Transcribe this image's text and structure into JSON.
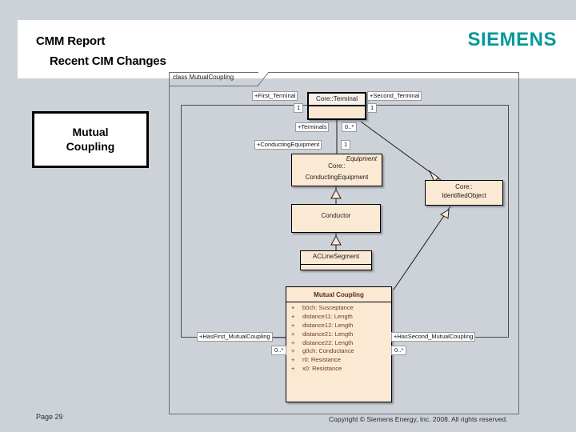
{
  "slide": {
    "background_color": "#cdd2d9",
    "header": {
      "title_line1": "CMM Report",
      "title_line2": "Recent CIM Changes",
      "logo_text": "SIEMENS",
      "logo_color": "#009999"
    },
    "callout": {
      "line1": "Mutual",
      "line2": "Coupling"
    },
    "footer": {
      "page_label": "Page 29",
      "copyright": "Copyright © Siemens Energy, Inc. 2008. All rights reserved."
    }
  },
  "diagram": {
    "frame_label": "class MutualCoupling",
    "classes": {
      "terminal": {
        "name": "Core::Terminal"
      },
      "equipment": {
        "stereotype": "Equipment",
        "name_line1": "Core::",
        "name_line2": "ConductingEquipment"
      },
      "identified_object": {
        "name_line1": "Core::",
        "name_line2": "IdentifiedObject"
      },
      "conductor": {
        "name": "Conductor"
      },
      "acline": {
        "name": "ACLineSegment"
      },
      "mutual_coupling": {
        "name": "Mutual Coupling",
        "attributes": [
          {
            "visibility": "+",
            "text": "b0ch: Susceptance"
          },
          {
            "visibility": "+",
            "text": "distance11: Length"
          },
          {
            "visibility": "+",
            "text": "distance12: Length"
          },
          {
            "visibility": "+",
            "text": "distance21: Length"
          },
          {
            "visibility": "+",
            "text": "distance22: Length"
          },
          {
            "visibility": "+",
            "text": "g0ch: Conductance"
          },
          {
            "visibility": "+",
            "text": "r0: Resistance"
          },
          {
            "visibility": "+",
            "text": "x0: Resistance"
          }
        ]
      }
    },
    "edge_labels": {
      "first_terminal": "+First_Terminal",
      "first_terminal_mult": "1",
      "second_terminal": "+Second_Terminal",
      "second_terminal_mult": "1",
      "terminals": "+Terminals",
      "terminals_mult": "0..*",
      "conducting_equipment": "+ConductingEquipment",
      "conducting_equipment_mult": "1",
      "has_first": "+HasFirst_MutualCoupling",
      "has_first_mult": "0..*",
      "has_second": "+HasSecond_MutualCoupling",
      "has_second_mult": "0..*"
    }
  }
}
